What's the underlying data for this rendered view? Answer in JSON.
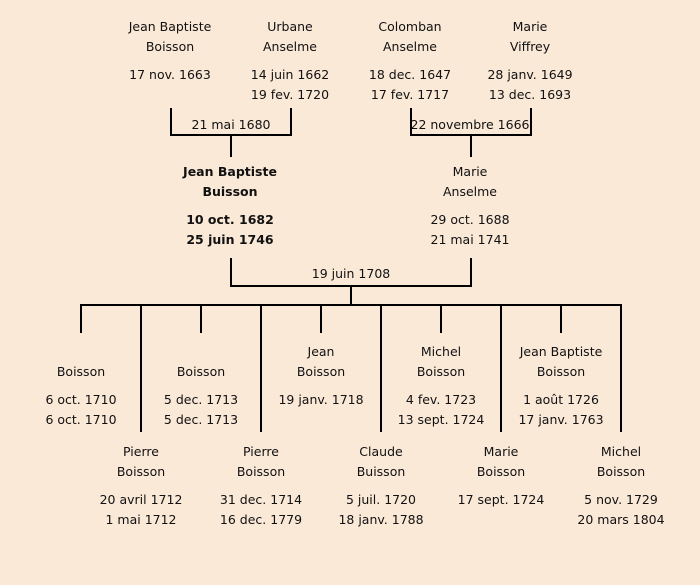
{
  "grandparents": [
    {
      "given": "Jean Baptiste",
      "surname": "Boisson",
      "birth": "17 nov. 1663",
      "death": ""
    },
    {
      "given": "Urbane",
      "surname": "Anselme",
      "birth": "14 juin 1662",
      "death": "19 fev. 1720"
    },
    {
      "given": "Colomban",
      "surname": "Anselme",
      "birth": "18 dec. 1647",
      "death": "17 fev. 1717"
    },
    {
      "given": "Marie",
      "surname": "Viffrey",
      "birth": "28 janv. 1649",
      "death": "13 dec. 1693"
    }
  ],
  "marriages": {
    "paternal": "21 mai 1680",
    "maternal": "22 novembre 1666",
    "parents": "19 juin 1708"
  },
  "parents": [
    {
      "given": "Jean Baptiste",
      "surname": "Buisson",
      "birth": "10 oct. 1682",
      "death": "25 juin 1746"
    },
    {
      "given": "Marie",
      "surname": "Anselme",
      "birth": "29 oct. 1688",
      "death": "21 mai 1741"
    }
  ],
  "children": [
    {
      "given": "",
      "surname": "Boisson",
      "birth": "6 oct. 1710",
      "death": "6 oct. 1710"
    },
    {
      "given": "Pierre",
      "surname": "Boisson",
      "birth": "20 avril 1712",
      "death": "1 mai 1712"
    },
    {
      "given": "",
      "surname": "Boisson",
      "birth": "5 dec. 1713",
      "death": "5 dec. 1713"
    },
    {
      "given": "Pierre",
      "surname": "Boisson",
      "birth": "31 dec. 1714",
      "death": "16 dec. 1779"
    },
    {
      "given": "Jean",
      "surname": "Boisson",
      "birth": "19 janv. 1718",
      "death": ""
    },
    {
      "given": "Claude",
      "surname": "Buisson",
      "birth": "5 juil. 1720",
      "death": "18 janv. 1788"
    },
    {
      "given": "Michel",
      "surname": "Boisson",
      "birth": "4 fev. 1723",
      "death": "13 sept. 1724"
    },
    {
      "given": "Marie",
      "surname": "Boisson",
      "birth": "17 sept. 1724",
      "death": ""
    },
    {
      "given": "Jean Baptiste",
      "surname": "Boisson",
      "birth": "1 août 1726",
      "death": "17 janv. 1763"
    },
    {
      "given": "Michel",
      "surname": "Boisson",
      "birth": "5 nov. 1729",
      "death": "20 mars 1804"
    }
  ]
}
